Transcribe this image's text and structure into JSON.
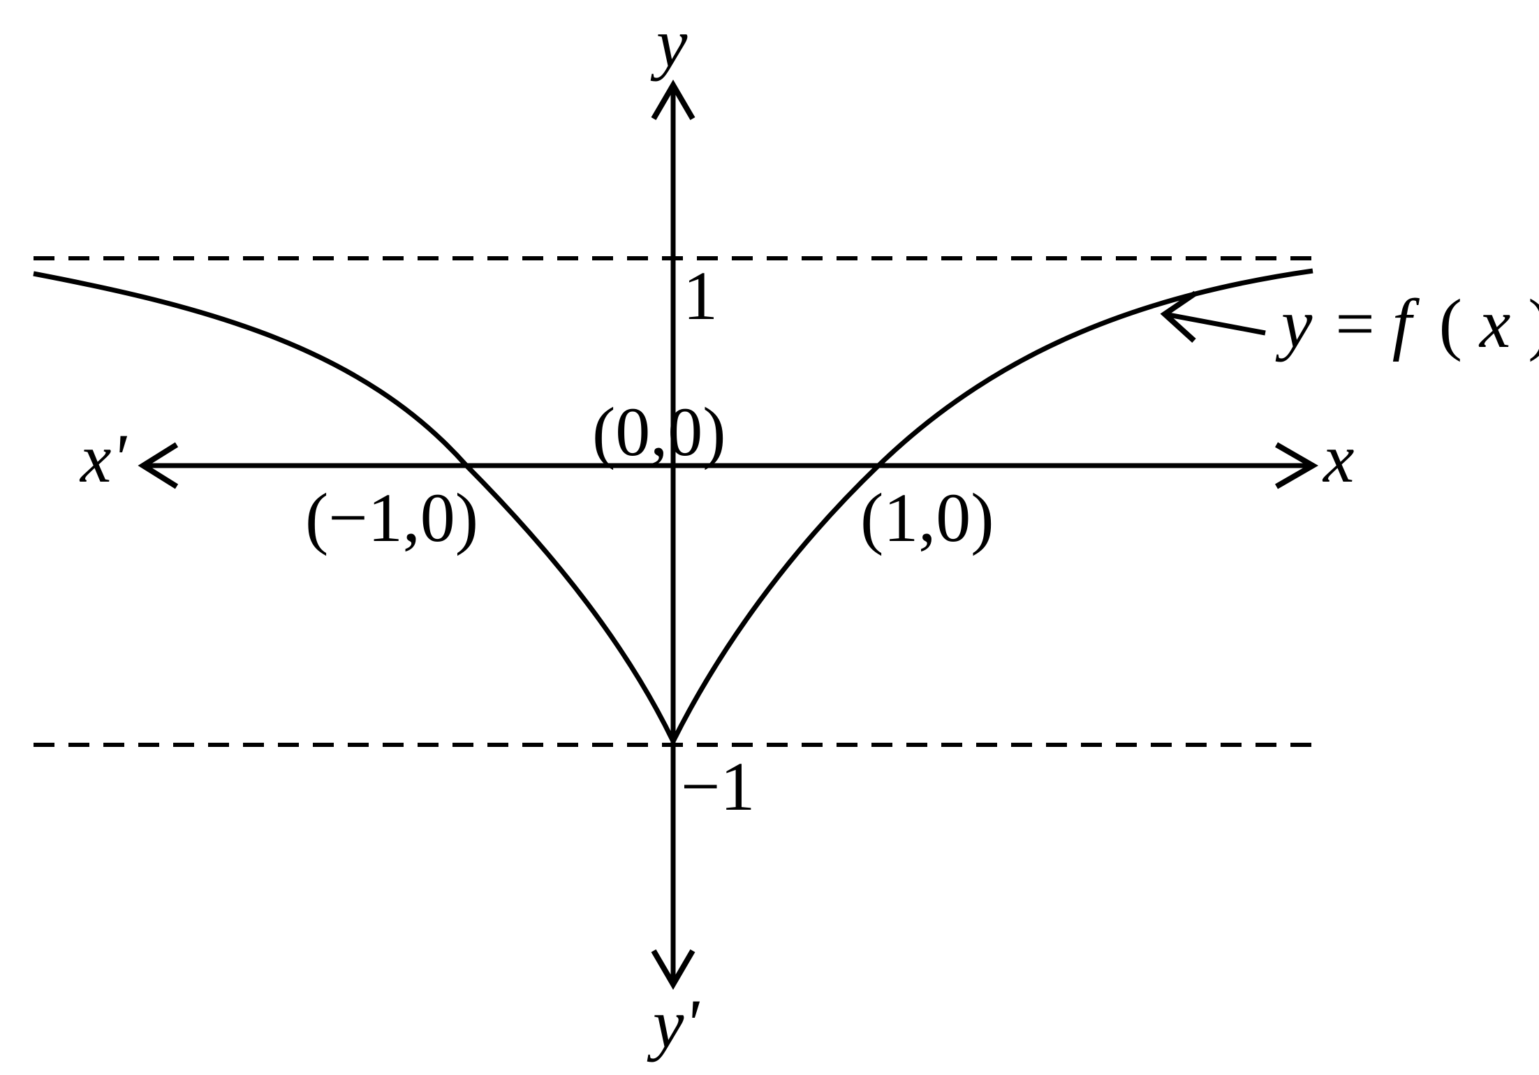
{
  "diagram": {
    "curve_label": {
      "y": "y",
      "eq": "=",
      "f": "f",
      "open": "(",
      "x": "x",
      "close": ")"
    },
    "axis_labels": {
      "x": "x",
      "x_neg": "x'",
      "y": "y",
      "y_neg": "y'"
    },
    "tick_labels": {
      "y_one": "1",
      "y_minus_one": "−1"
    },
    "points": [
      {
        "label": "(0,0)",
        "x": 0,
        "y": 0
      },
      {
        "label": "(−1,0)",
        "x": -1,
        "y": 0
      },
      {
        "label": "(1,0)",
        "x": 1,
        "y": 0
      }
    ],
    "asymptotes": [
      1,
      -1
    ],
    "colors": {
      "stroke": "#000000",
      "background": "#ffffff"
    }
  }
}
